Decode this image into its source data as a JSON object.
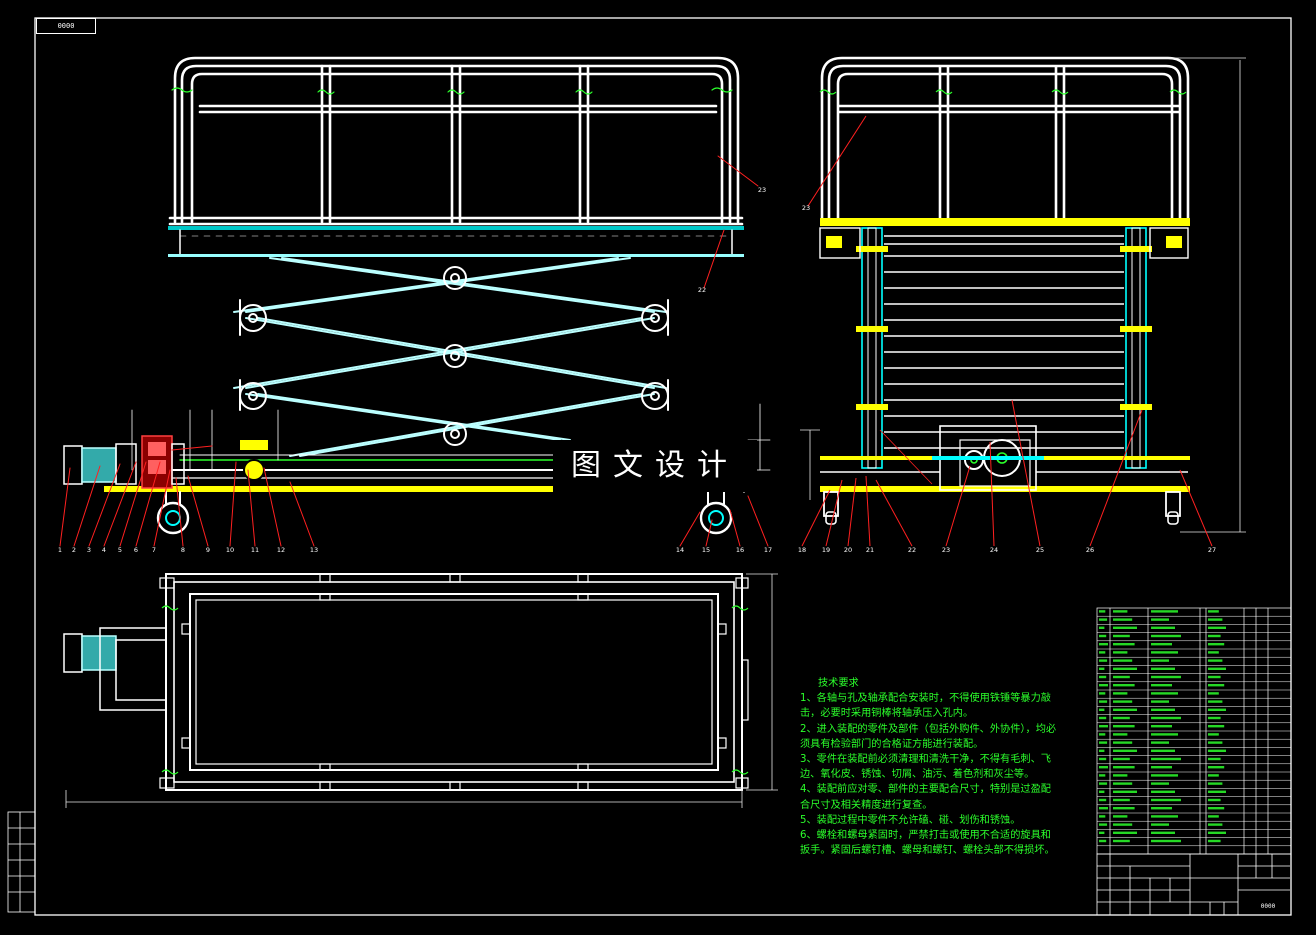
{
  "drawing": {
    "frame_tag": "0000",
    "watermark": "图文设计",
    "tech_requirements": {
      "title": "技术要求",
      "items": [
        "1、各轴与孔及轴承配合安装时，不得使用铁锤等暴力敲击，必要时采用铜棒将轴承压入孔内。",
        "2、进入装配的零件及部件（包括外购件、外协件），均必须具有检验部门的合格证方能进行装配。",
        "3、零件在装配前必须清理和清洗干净，不得有毛刺、飞边、氧化皮、锈蚀、切屑、油污、着色剂和灰尘等。",
        "4、装配前应对零、部件的主要配合尺寸，特别是过盈配合尺寸及相关精度进行复查。",
        "5、装配过程中零件不允许磕、碰、划伤和锈蚀。",
        "6、螺栓和螺母紧固时，严禁打击或使用不合适的旋具和扳手。紧固后螺钉槽、螺母和螺钉、螺栓头部不得损坏。"
      ]
    },
    "front_view_balloons": [
      "1",
      "2",
      "3",
      "4",
      "5",
      "6",
      "7",
      "8",
      "9",
      "10",
      "11",
      "12",
      "13",
      "14",
      "15",
      "16",
      "17"
    ],
    "side_view_balloons": [
      "18",
      "19",
      "20",
      "21",
      "22",
      "23",
      "24",
      "25",
      "26",
      "27"
    ],
    "upper_balloons": [
      "23",
      "22",
      "23"
    ],
    "title_block": {
      "drawing_no": "0000"
    },
    "colors": {
      "outline": "#ffffff",
      "cyan": "#00ffff",
      "yellow": "#ffff00",
      "leader": "#ff2020",
      "text": "#2bff2b",
      "dim": "#e6e6e6"
    }
  }
}
